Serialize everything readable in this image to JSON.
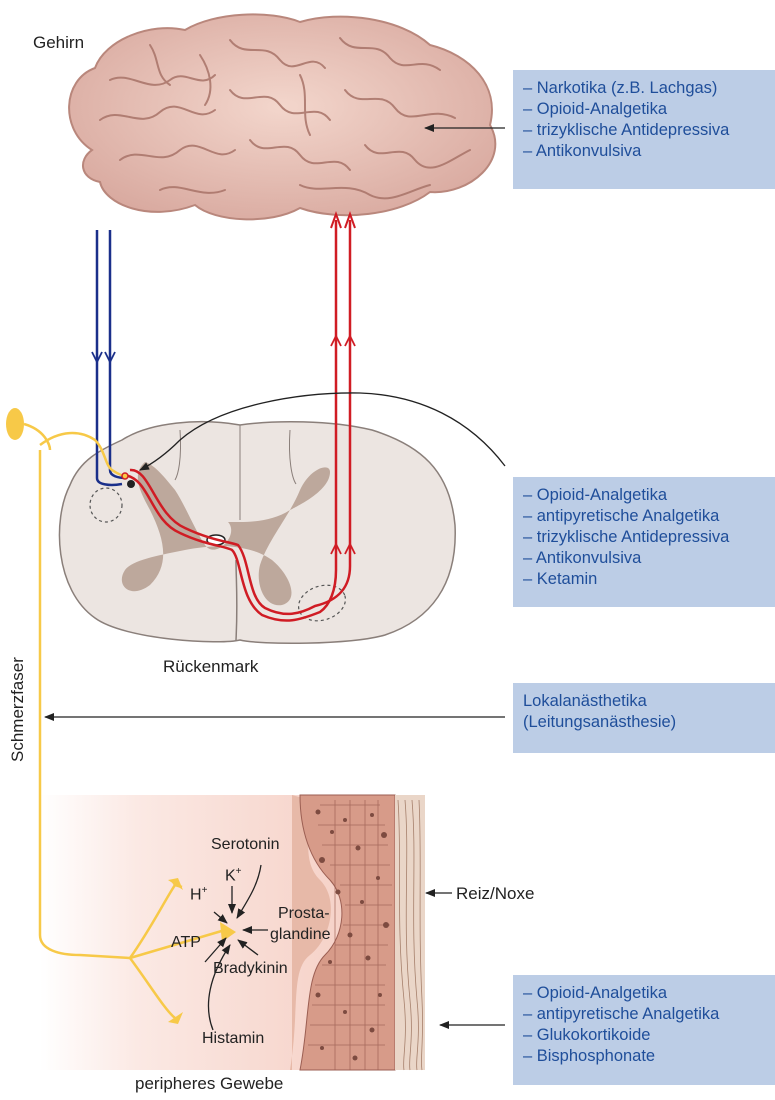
{
  "labels": {
    "brain": "Gehirn",
    "spinal_cord": "Rückenmark",
    "pain_fiber": "Schmerzfaser",
    "peripheral_tissue": "peripheres Gewebe",
    "stimulus": "Reiz/Noxe"
  },
  "mediators": {
    "serotonin": "Serotonin",
    "h": "H",
    "h_sup": "+",
    "k": "K",
    "k_sup": "+",
    "prosta": "Prosta-",
    "glandine": "glandine",
    "atp": "ATP",
    "bradykinin": "Bradykinin",
    "histamin": "Histamin"
  },
  "boxes": {
    "brain_drugs": [
      "– Narkotika (z.B. Lachgas)",
      "– Opioid-Analgetika",
      "– trizyklische Antidepressiva",
      "– Antikonvulsiva"
    ],
    "spinal_drugs": [
      "– Opioid-Analgetika",
      "– antipyretische Analgetika",
      "– trizyklische Antidepressiva",
      "– Antikonvulsiva",
      "– Ketamin"
    ],
    "fiber_drugs": [
      "Lokalanästhetika",
      "(Leitungsanästhesie)"
    ],
    "tissue_drugs": [
      "– Opioid-Analgetika",
      "– antipyretische Analgetika",
      "– Glukokortikoide",
      "– Bisphosphonate"
    ]
  },
  "colors": {
    "box_fill": "#bccde6",
    "box_text": "#1f4e9a",
    "descending_tract": "#1a2f8a",
    "ascending_tract": "#d01c24",
    "pain_fiber": "#f7c948",
    "spinal_white": "#ece5e1",
    "spinal_gray": "#bda89c"
  }
}
